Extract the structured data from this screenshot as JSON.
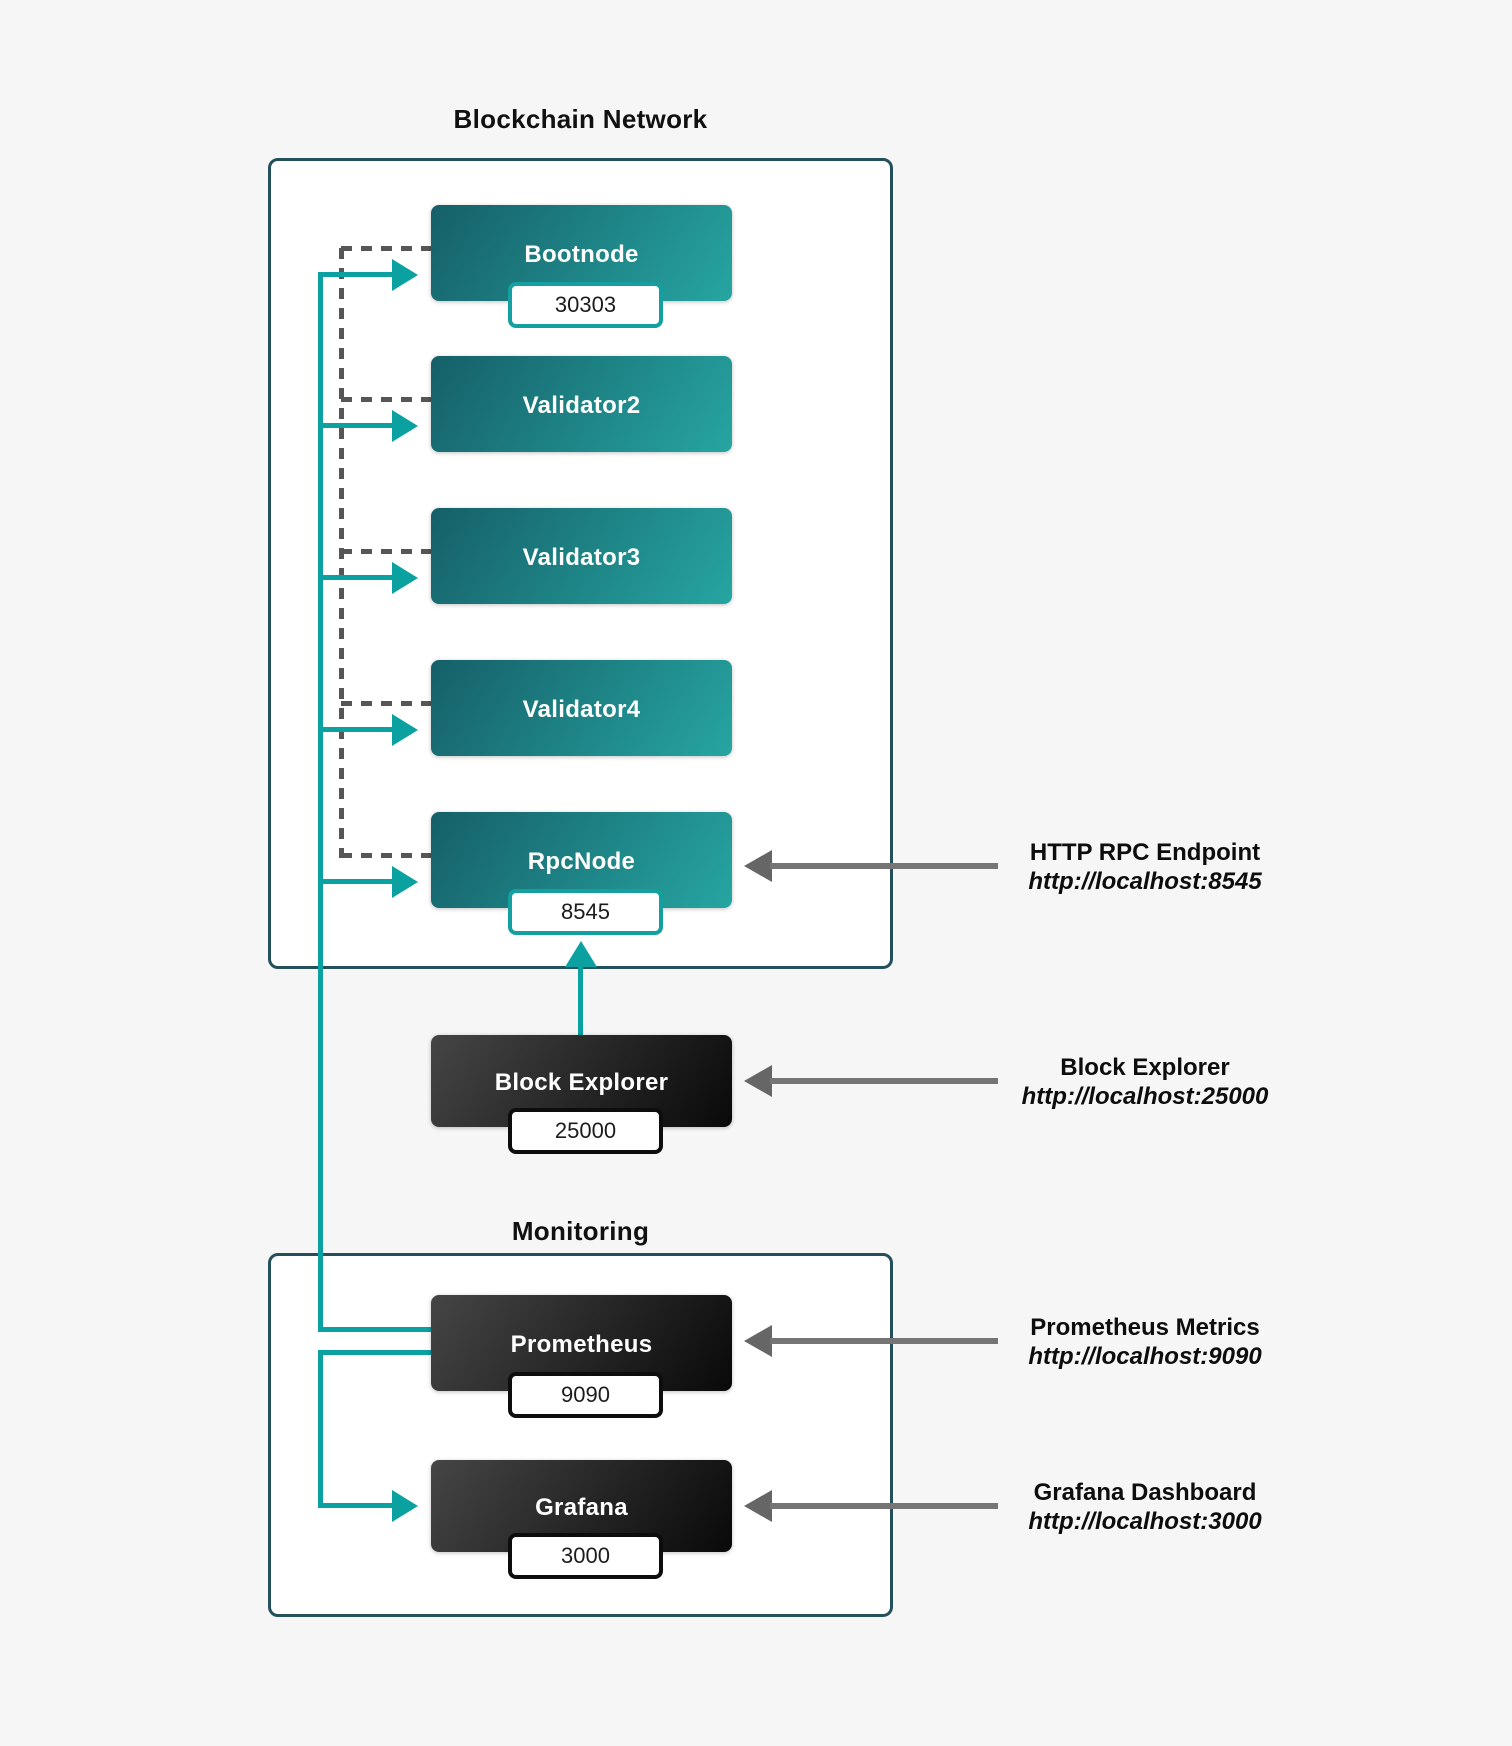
{
  "titles": {
    "blockchain": "Blockchain Network",
    "monitoring": "Monitoring"
  },
  "nodes": {
    "bootnode": {
      "label": "Bootnode",
      "port": "30303"
    },
    "validator2": {
      "label": "Validator2"
    },
    "validator3": {
      "label": "Validator3"
    },
    "validator4": {
      "label": "Validator4"
    },
    "rpcnode": {
      "label": "RpcNode",
      "port": "8545"
    },
    "block_explorer": {
      "label": "Block Explorer",
      "port": "25000"
    },
    "prometheus": {
      "label": "Prometheus",
      "port": "9090"
    },
    "grafana": {
      "label": "Grafana",
      "port": "3000"
    }
  },
  "annotations": {
    "rpc": {
      "title": "HTTP RPC Endpoint",
      "url": "http://localhost:8545"
    },
    "explorer": {
      "title": "Block Explorer",
      "url": "http://localhost:25000"
    },
    "prometheus": {
      "title": "Prometheus Metrics",
      "url": "http://localhost:9090"
    },
    "grafana": {
      "title": "Grafana Dashboard",
      "url": "http://localhost:3000"
    }
  },
  "colors": {
    "background": "#f6f6f6",
    "container_border": "#24505b",
    "teal_node_gradient_start": "#155f68",
    "teal_node_gradient_end": "#26a5a1",
    "dark_node_gradient_start": "#454545",
    "dark_node_gradient_end": "#090909",
    "teal_connector": "#0ba1a1",
    "dashed_connector": "#565656",
    "gray_arrow": "#6e6e6e",
    "port_border_teal": "#14a0a0",
    "port_border_dark": "#0d0d0d"
  }
}
